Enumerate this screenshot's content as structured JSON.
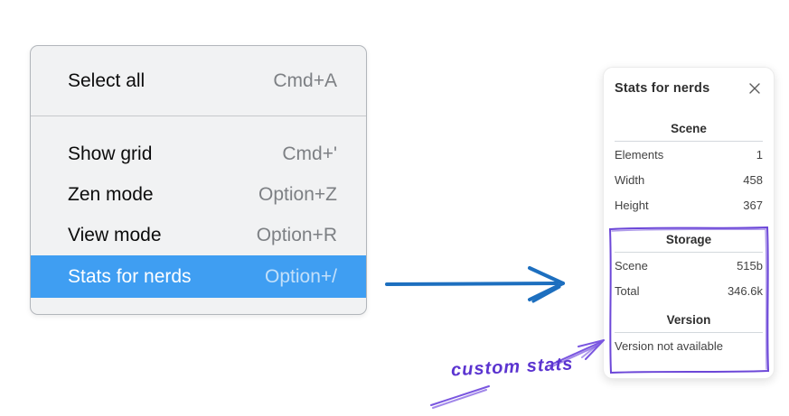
{
  "menu": {
    "items": [
      {
        "label": "Select all",
        "shortcut": "Cmd+A",
        "selected": false
      },
      {
        "label": "Show grid",
        "shortcut": "Cmd+'",
        "selected": false
      },
      {
        "label": "Zen mode",
        "shortcut": "Option+Z",
        "selected": false
      },
      {
        "label": "View mode",
        "shortcut": "Option+R",
        "selected": false
      },
      {
        "label": "Stats for nerds",
        "shortcut": "Option+/",
        "selected": true
      }
    ],
    "highlight_color": "#3f9ef2"
  },
  "stats_panel": {
    "title": "Stats for nerds",
    "sections": [
      {
        "header": "Scene",
        "rows": [
          {
            "label": "Elements",
            "value": "1"
          },
          {
            "label": "Width",
            "value": "458"
          },
          {
            "label": "Height",
            "value": "367"
          }
        ]
      },
      {
        "header": "Storage",
        "rows": [
          {
            "label": "Scene",
            "value": "515b"
          },
          {
            "label": "Total",
            "value": "346.6k"
          }
        ]
      },
      {
        "header": "Version",
        "note": "Version not available"
      }
    ]
  },
  "annotation": {
    "label": "custom stats"
  },
  "colors": {
    "menu_highlight": "#3f9ef2",
    "blue_arrow": "#1d6fbf",
    "annotation_purple": "#6c47d8",
    "panel_text": "#3c3c3c"
  }
}
